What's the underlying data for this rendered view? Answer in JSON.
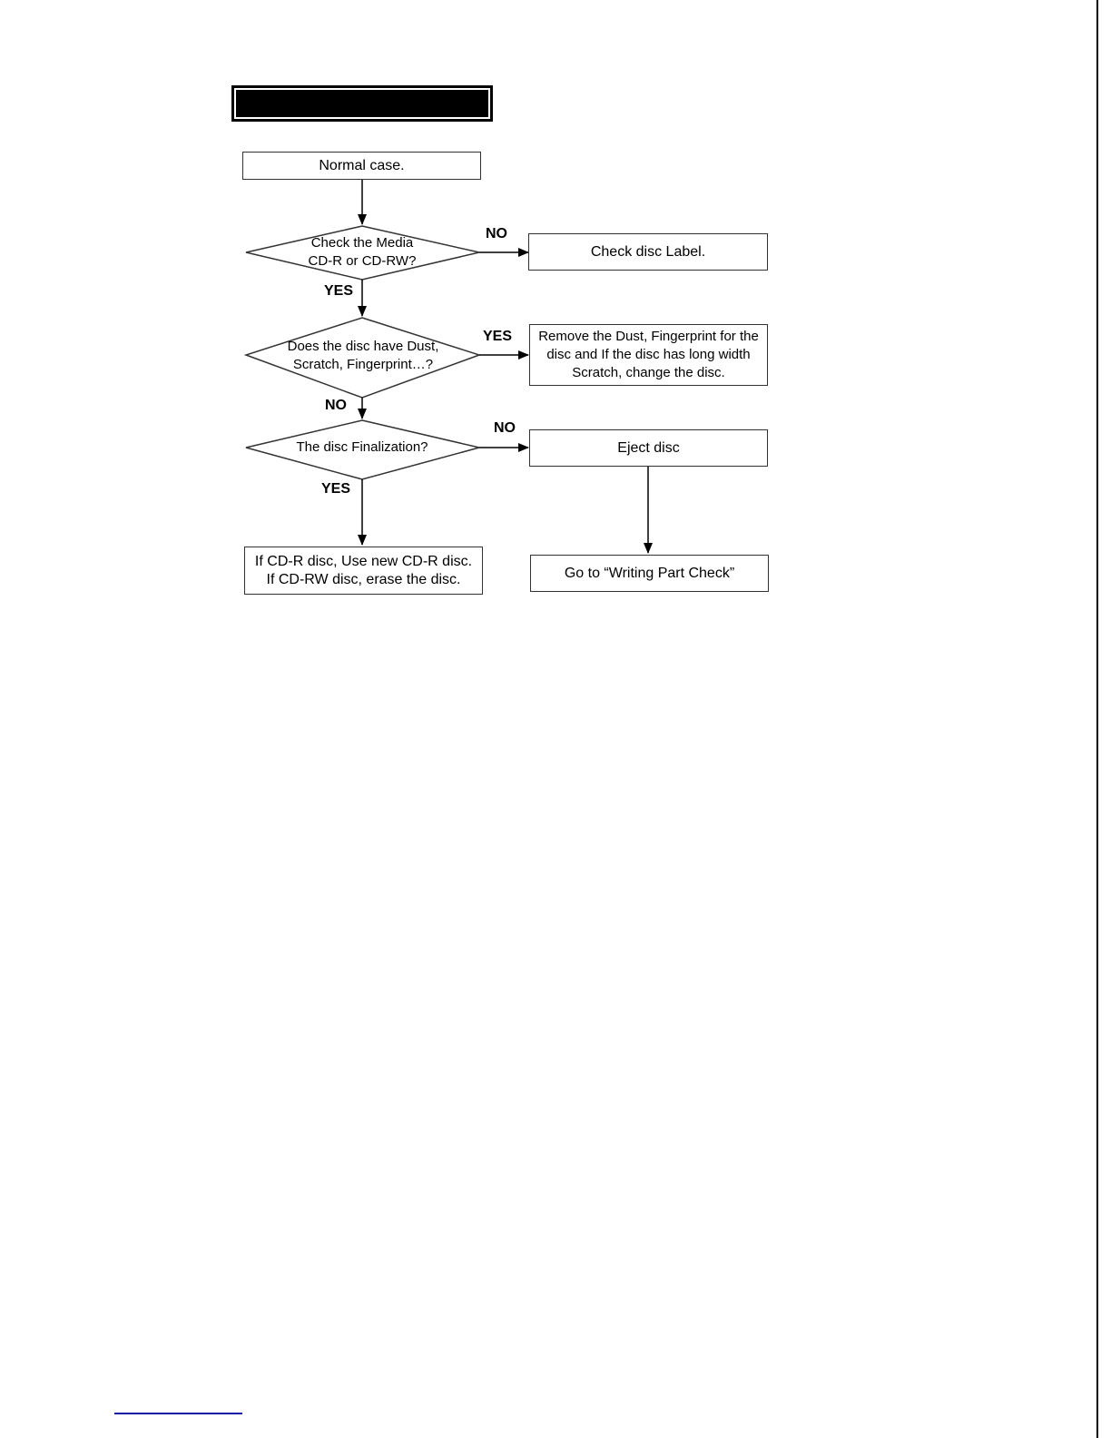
{
  "title": "",
  "nodes": {
    "start": "Normal case.",
    "q_media": "Check the Media\nCD-R or CD-RW?",
    "check_label": "Check disc Label.",
    "q_dust": "Does the disc have Dust,\nScratch, Fingerprint…?",
    "remove_dust": "Remove the Dust, Fingerprint for the\ndisc and If the disc has long width\nScratch, change the disc.",
    "q_final": "The disc Finalization?",
    "eject": "Eject disc",
    "new_disc": "If CD-R disc, Use new CD-R disc.\nIf CD-RW disc, erase the disc.",
    "writing_check": "Go to “Writing Part Check”"
  },
  "edge_labels": {
    "media_no": "NO",
    "media_yes": "YES",
    "dust_yes": "YES",
    "dust_no": "NO",
    "final_no": "NO",
    "final_yes": "YES"
  }
}
